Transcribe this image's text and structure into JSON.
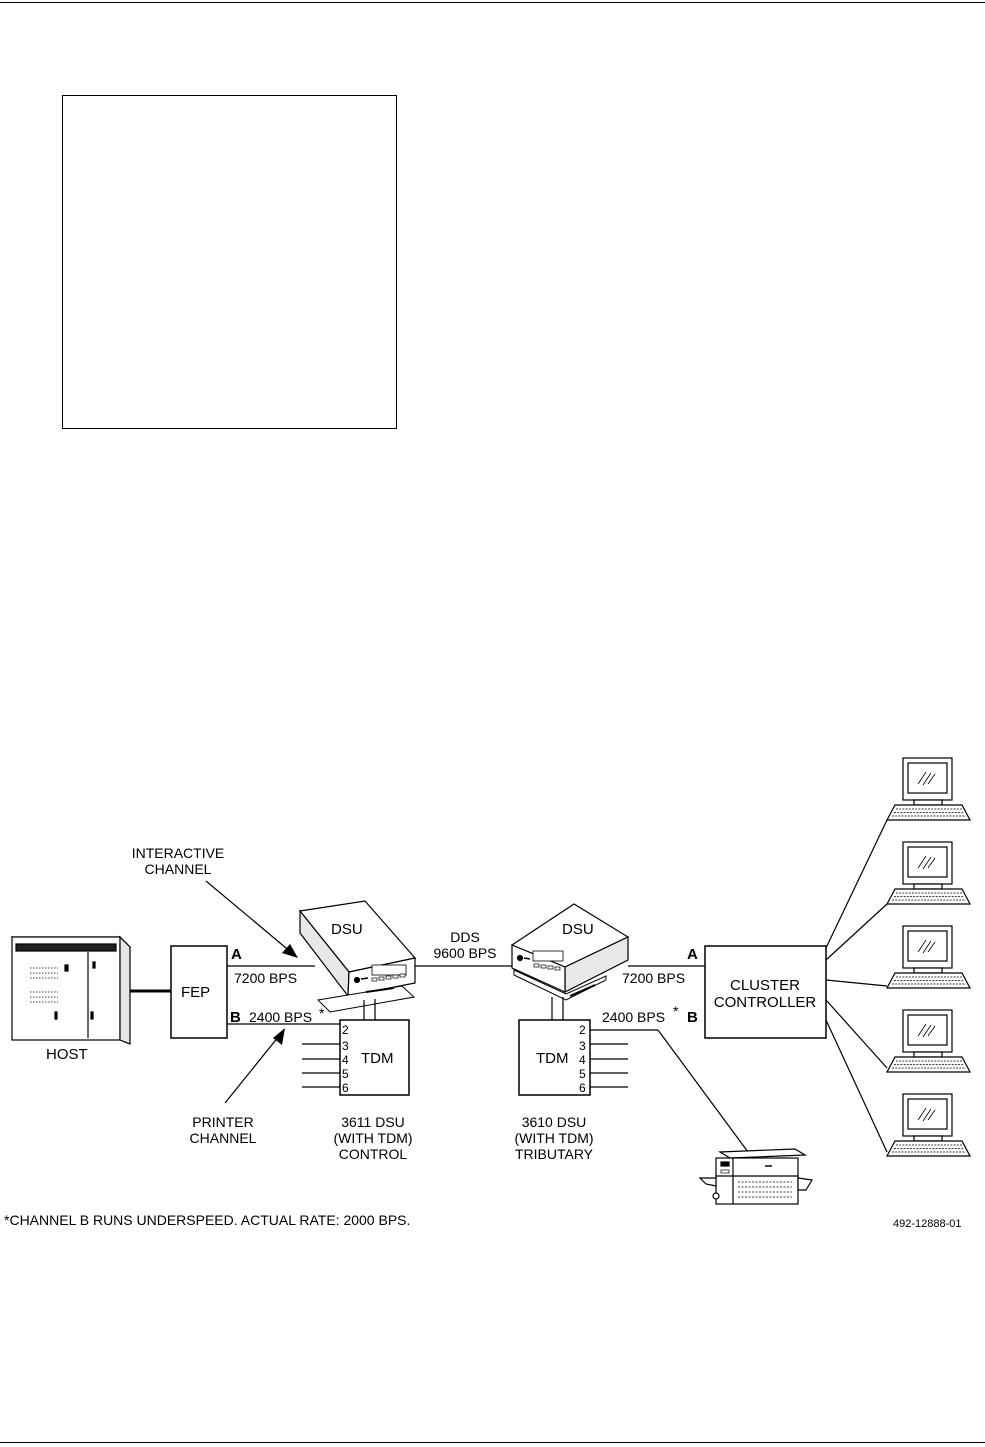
{
  "labels": {
    "interactive": [
      "INTERACTIVE",
      "CHANNEL"
    ],
    "printer": [
      "PRINTER",
      "CHANNEL"
    ],
    "host": "HOST",
    "fep": "FEP",
    "dsu_left": "DSU",
    "dsu_right": "DSU",
    "dds": [
      "DDS",
      "9600 BPS"
    ],
    "chan_a_left": "A",
    "chan_b_left": "B",
    "rate_a_left": "7200 BPS",
    "rate_b_left": "2400 BPS",
    "chan_a_right": "A",
    "chan_b_right": "B",
    "rate_a_right": "7200 BPS",
    "rate_b_right": "2400 BPS",
    "asterisk": "*",
    "tdm_left": "TDM",
    "tdm_right": "TDM",
    "ports": [
      "2",
      "3",
      "4",
      "5",
      "6"
    ],
    "cluster": [
      "CLUSTER",
      "CONTROLLER"
    ],
    "caption_left": [
      "3611 DSU",
      "(WITH TDM)",
      "CONTROL"
    ],
    "caption_right": [
      "3610 DSU",
      "(WITH TDM)",
      "TRIBUTARY"
    ]
  },
  "footnote": "CHANNEL B RUNS UNDERSPEED.  ACTUAL RATE: 2000 BPS.",
  "figure_id": "492-12888-01"
}
